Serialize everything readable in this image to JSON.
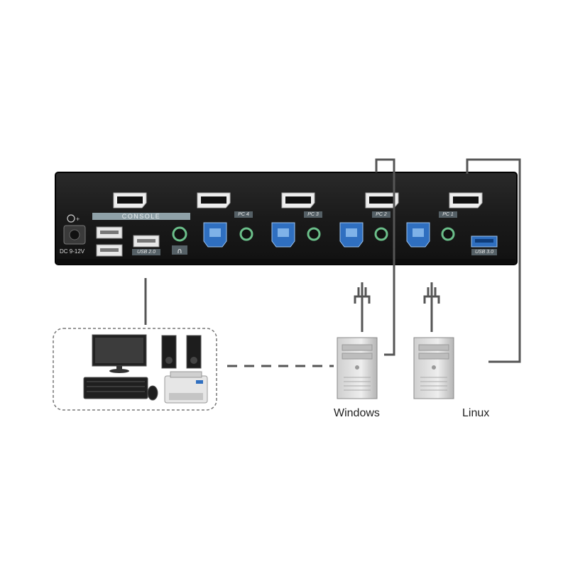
{
  "device": {
    "console_label": "CONSOLE",
    "dc_label": "DC 9-12V",
    "usb_tag": "USB 2.0",
    "usb3_tag": "USB 3.0",
    "pc_tags": [
      "PC 4",
      "PC 3",
      "PC 2",
      "PC 1"
    ]
  },
  "computers": [
    {
      "label": "Windows"
    },
    {
      "label": "Linux"
    }
  ],
  "colors": {
    "panel": "#1c1c1c",
    "usb3_blue": "#2f6fc0",
    "audio_green": "#6bbf8a",
    "cable": "#555555"
  }
}
